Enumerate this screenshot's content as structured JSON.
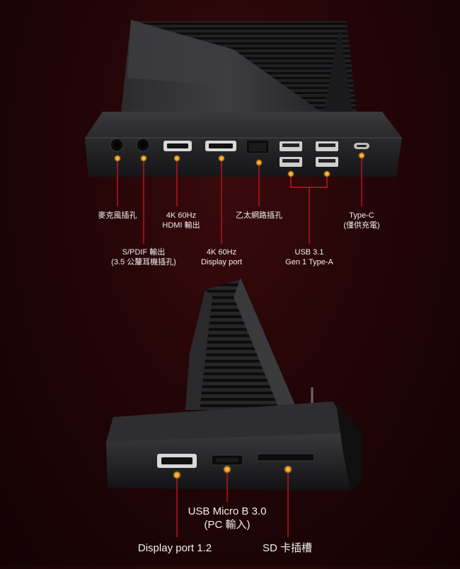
{
  "top_dock": {
    "labels": {
      "mic": "麥克風插孔",
      "hdmi_1": "4K 60Hz",
      "hdmi_2": "HDMI 輸出",
      "ethernet": "乙太網路插孔",
      "typec_1": "Type-C",
      "typec_2": "(僅供充電)",
      "spdif_1": "S/PDIF 輸出",
      "spdif_2": "(3.5 公釐耳機插孔)",
      "dp_1": "4K 60Hz",
      "dp_2": "Display port",
      "usb_1": "USB 3.1",
      "usb_2": "Gen 1 Type-A"
    }
  },
  "bottom_dock": {
    "labels": {
      "usbmicro_1": "USB Micro B 3.0",
      "usbmicro_2": "(PC 輸入)",
      "dp": "Display port 1.2",
      "sd": "SD 卡插槽"
    }
  },
  "colors": {
    "accent_line": "#c8141c",
    "dot": "#f5a623",
    "body_dark": "#1b1b1d",
    "body_mid": "#2c2c2f"
  }
}
